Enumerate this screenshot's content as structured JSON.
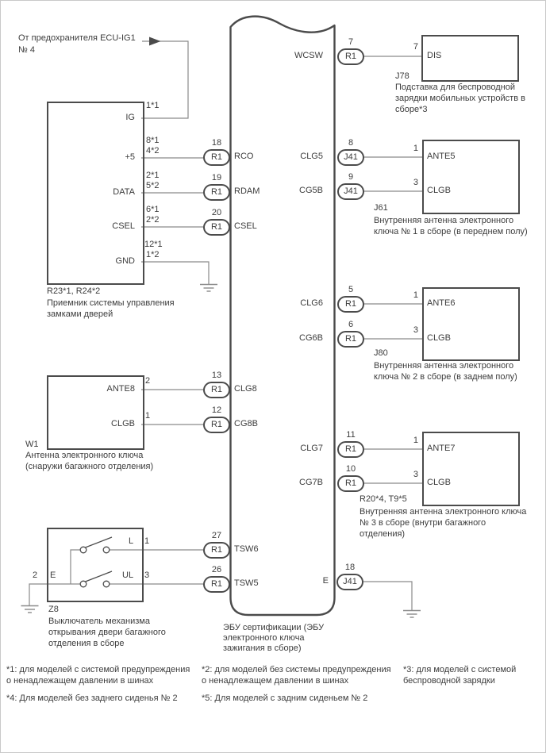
{
  "colors": {
    "outline": "#4b4b4b",
    "wire": "#8a8a8a",
    "text": "#3c3c3c",
    "background": "#ffffff",
    "page_border": "#c9c9c9"
  },
  "fuse": {
    "l1": "От предохранителя ECU-IG1",
    "l2": "№ 4"
  },
  "receiver": {
    "code": "R23*1, R24*2",
    "cap": [
      "Приемник системы управления",
      "замками дверей"
    ],
    "pins": [
      {
        "name": "IG",
        "notes": [
          "1*1"
        ]
      },
      {
        "name": "+5",
        "notes": [
          "8*1",
          "4*2"
        ]
      },
      {
        "name": "DATA",
        "notes": [
          "2*1",
          "5*2"
        ]
      },
      {
        "name": "CSEL",
        "notes": [
          "6*1",
          "2*2"
        ]
      },
      {
        "name": "GND",
        "notes": [
          "12*1",
          "1*2"
        ]
      }
    ]
  },
  "ecu": {
    "cap": [
      "ЭБУ сертификации (ЭБУ",
      "электронного ключа",
      "зажигания в сборе)"
    ],
    "left": [
      {
        "num": "18",
        "conn": "R1",
        "name": "RCO"
      },
      {
        "num": "19",
        "conn": "R1",
        "name": "RDAM"
      },
      {
        "num": "20",
        "conn": "R1",
        "name": "CSEL"
      },
      {
        "num": "13",
        "conn": "R1",
        "name": "CLG8"
      },
      {
        "num": "12",
        "conn": "R1",
        "name": "CG8B"
      },
      {
        "num": "27",
        "conn": "R1",
        "name": "TSW6"
      },
      {
        "num": "26",
        "conn": "R1",
        "name": "TSW5"
      }
    ],
    "right": [
      {
        "num": "7",
        "conn": "R1",
        "name": "WCSW"
      },
      {
        "num": "8",
        "conn": "J41",
        "name": "CLG5"
      },
      {
        "num": "9",
        "conn": "J41",
        "name": "CG5B"
      },
      {
        "num": "5",
        "conn": "R1",
        "name": "CLG6"
      },
      {
        "num": "6",
        "conn": "R1",
        "name": "CG6B"
      },
      {
        "num": "11",
        "conn": "R1",
        "name": "CLG7"
      },
      {
        "num": "10",
        "conn": "R1",
        "name": "CG7B"
      },
      {
        "num": "18",
        "conn": "J41",
        "name": "E"
      }
    ]
  },
  "dis": {
    "pins": [
      "7"
    ],
    "names": [
      "DIS"
    ],
    "code": "J78",
    "cap": [
      "Подставка для беспроводной",
      "зарядки мобильных устройств в",
      "сборе*3"
    ]
  },
  "ante5": {
    "pins": [
      "1",
      "3"
    ],
    "names": [
      "ANTE5",
      "CLGB"
    ],
    "code": "J61",
    "cap": [
      "Внутренняя антенна электронного",
      "ключа № 1 в сборе (в переднем полу)"
    ]
  },
  "ante6": {
    "pins": [
      "1",
      "3"
    ],
    "names": [
      "ANTE6",
      "CLGB"
    ],
    "code": "J80",
    "cap": [
      "Внутренняя антенна электронного",
      "ключа № 2 в сборе (в заднем полу)"
    ]
  },
  "ante7": {
    "pins": [
      "1",
      "3"
    ],
    "names": [
      "ANTE7",
      "CLGB"
    ],
    "code": "R20*4, T9*5",
    "cap": [
      "Внутренняя антенна электронного ключа",
      "№ 3 в сборе (внутри багажного",
      "отделения)"
    ]
  },
  "w1": {
    "pins": [
      "2",
      "1"
    ],
    "names": [
      "ANTE8",
      "CLGB"
    ],
    "code": "W1",
    "cap": [
      "Антенна электронного ключа",
      "(снаружи багажного отделения)"
    ]
  },
  "z8": {
    "pins": [
      "1",
      "3",
      "2"
    ],
    "names": [
      "L",
      "UL",
      "E"
    ],
    "code": "Z8",
    "cap": [
      "Выключатель механизма",
      "открывания двери багажного",
      "отделения в сборе"
    ]
  },
  "footnotes": {
    "f1": [
      "*1: для моделей с системой предупреждения",
      "о ненадлежащем давлении в шинах"
    ],
    "f2": [
      "*2: для моделей без системы предупреждения",
      "о ненадлежащем давлении в шинах"
    ],
    "f3": [
      "*3: для моделей с системой",
      "беспроводной зарядки"
    ],
    "f4": "*4: Для моделей без заднего сиденья № 2",
    "f5": "*5: Для моделей с задним сиденьем № 2"
  }
}
